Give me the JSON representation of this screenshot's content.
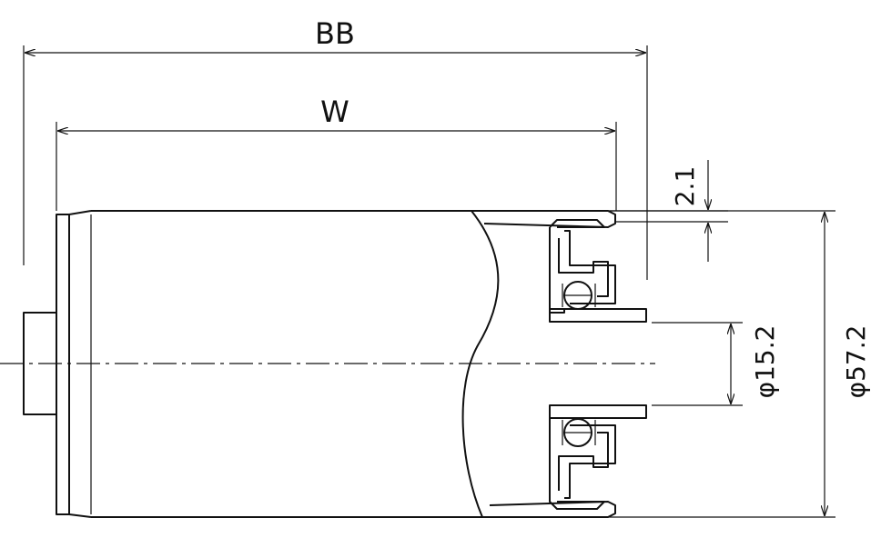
{
  "dimensions": {
    "overall_length": "BB",
    "roller_width": "W",
    "flange_offset": "2.1",
    "shaft_bore": "φ15.2",
    "tube_diameter": "φ57.2"
  },
  "colors": {
    "line": "#111111",
    "background": "#ffffff"
  }
}
